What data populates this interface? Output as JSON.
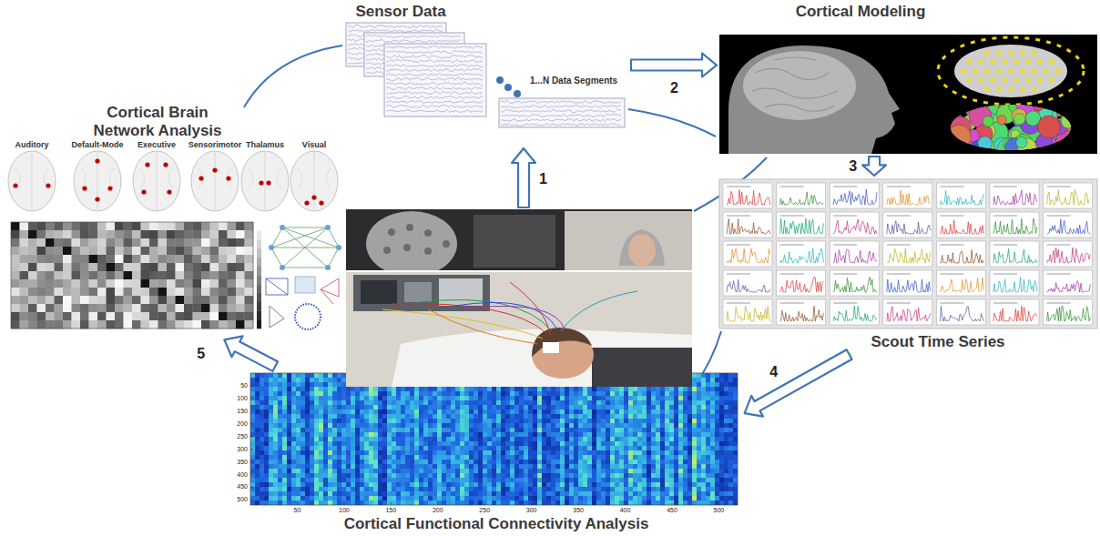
{
  "diagram": {
    "nodes": [
      {
        "text": [
          "Sensor Data",
          "1...N Data Segments"
        ]
      },
      {
        "text": [
          "Cortical Modeling"
        ]
      },
      {
        "text": [
          "Cortical Brain Network Analysis"
        ]
      },
      {
        "text": [
          "Scout Time Series"
        ]
      },
      {
        "text": [
          "Cortical Functional Connectivity Analysis"
        ]
      }
    ],
    "edges": [
      {
        "from": 0,
        "to": 1,
        "label": "2",
        "arrow": "to"
      },
      {
        "from": 1,
        "to": 3,
        "label": "3",
        "arrow": "to"
      },
      {
        "from": 3,
        "to": 4,
        "label": "4",
        "arrow": "to"
      },
      {
        "from": 4,
        "to": 2,
        "label": "5",
        "arrow": "to"
      }
    ],
    "labels": [
      "1",
      "Auditory",
      "Default-Mode",
      "Executive",
      "Sensorimotor",
      "Thalamus",
      "Visual",
      "50",
      "100",
      "150",
      "200",
      "250",
      "300",
      "350",
      "400",
      "450",
      "500",
      "50",
      "100",
      "150",
      "200",
      "250",
      "300",
      "350",
      "400",
      "450",
      "500"
    ]
  }
}
